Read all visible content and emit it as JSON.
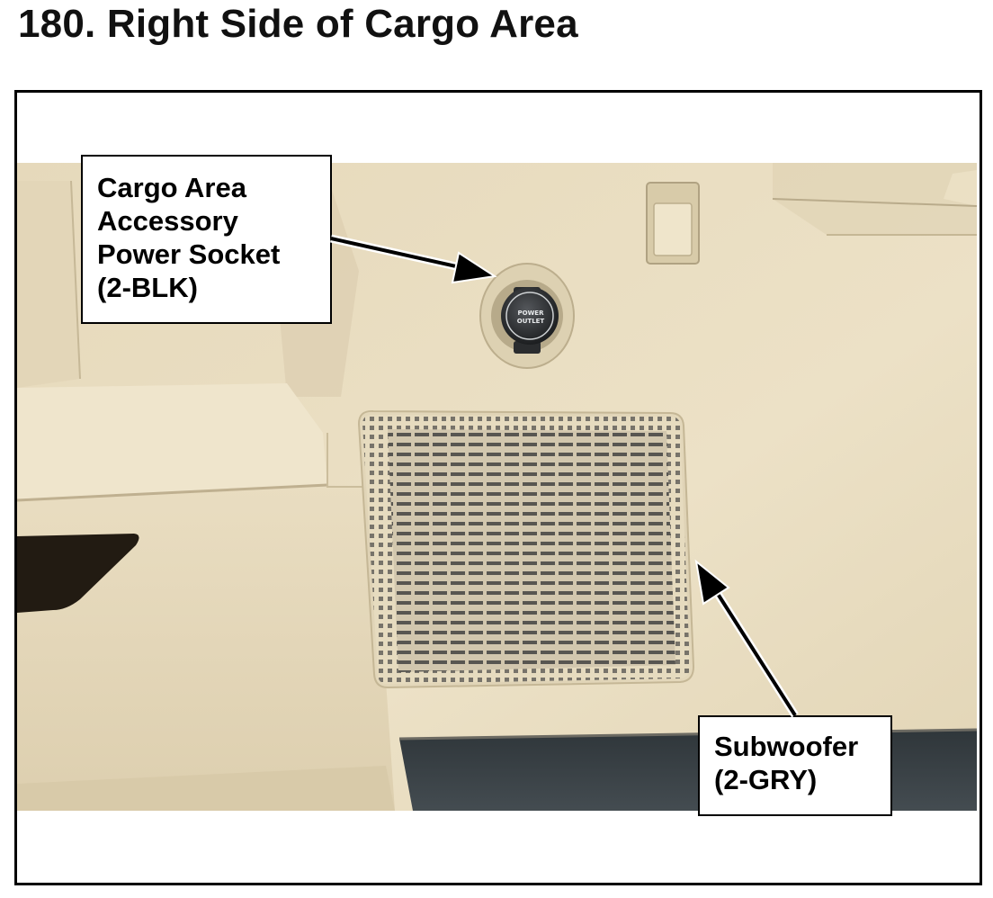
{
  "page": {
    "title": "180.  Right Side of Cargo Area"
  },
  "callouts": {
    "power_socket": {
      "lines": [
        "Cargo Area",
        "Accessory",
        "Power Socket",
        "(2-BLK)"
      ]
    },
    "subwoofer": {
      "lines": [
        "Subwoofer",
        "(2-GRY)"
      ]
    }
  },
  "photo": {
    "outlet_cap_text": [
      "POWER",
      "OUTLET"
    ],
    "colors": {
      "panel_trim": "#e8dcc0",
      "panel_shadow": "#cfc09f",
      "carpet": "#3c4347",
      "outlet_cap": "#2a2c2e"
    }
  }
}
